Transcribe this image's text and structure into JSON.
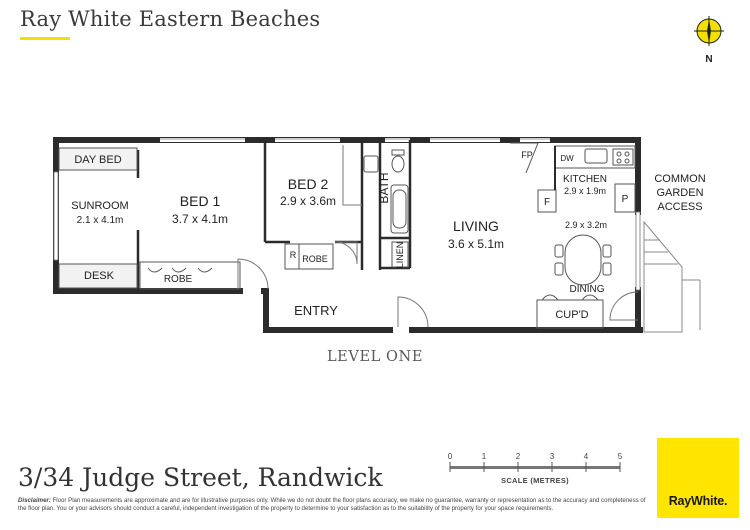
{
  "header": {
    "agency_name": "Ray White Eastern Beaches",
    "compass_label": "N"
  },
  "rooms": {
    "day_bed": "DAY BED",
    "sunroom": "SUNROOM",
    "sunroom_size": "2.1 x 4.1m",
    "desk": "DESK",
    "bed1": "BED 1",
    "bed1_size": "3.7 x 4.1m",
    "robe1": "ROBE",
    "bed2": "BED 2",
    "bed2_size": "2.9 x 3.6m",
    "r": "R",
    "robe2": "ROBE",
    "bath": "BATH",
    "linen": "LINEN",
    "entry": "ENTRY",
    "fp": "FP",
    "dw": "DW",
    "kitchen": "KITCHEN",
    "kitchen_size": "2.9 x 1.9m",
    "fridge": "F",
    "pantry": "P",
    "living": "LIVING",
    "living_size": "3.6 x 5.1m",
    "dining_size": "2.9 x 3.2m",
    "dining": "DINING",
    "cupboard": "CUP'D",
    "common_line1": "COMMON",
    "common_line2": "GARDEN",
    "common_line3": "ACCESS"
  },
  "level_label": "LEVEL ONE",
  "address": "3/34 Judge Street, Randwick",
  "scale": {
    "ticks": [
      "0",
      "1",
      "2",
      "3",
      "4",
      "5"
    ],
    "caption": "SCALE (METRES)"
  },
  "disclaimer": {
    "label": "Disclaimer:",
    "text": "Floor Plan measurements are approximate and are for illustrative purposes only. While we do not doubt the floor plans accuracy, we make no guarantee, warranty or representation as to the accuracy and completeness of the floor plan. You or your advisors should conduct a careful, independent investigation of the property to determine to your satisfaction as to the suitability of the property for your space requirements."
  },
  "logo": {
    "text": "RayWhite."
  },
  "colors": {
    "brand_yellow": "#ffe500",
    "wall": "#2b2b2b"
  }
}
